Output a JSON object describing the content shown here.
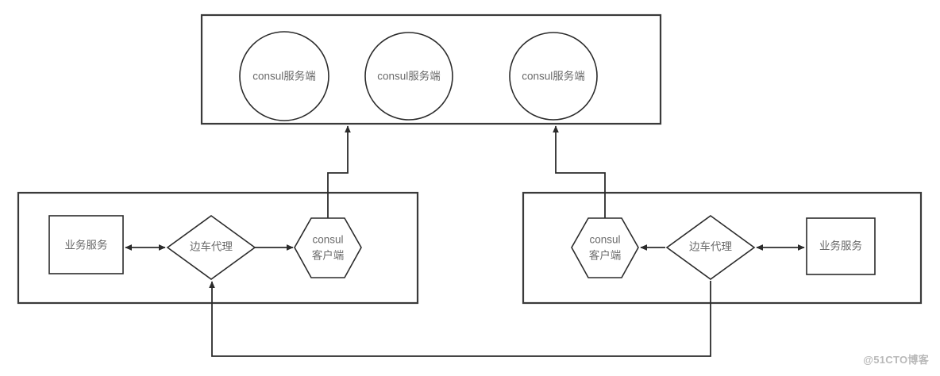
{
  "diagram": {
    "title": "Consul service mesh architecture diagram",
    "colors": {
      "shape_stroke": "#2b2b2b",
      "container_stroke": "#3a3a3a",
      "label_text": "#6a6a6a",
      "background": "#ffffff",
      "watermark": "#b9b9b9"
    },
    "server_cluster": {
      "name": "consul-server-cluster",
      "nodes": [
        {
          "id": "server-1",
          "label": "consul服务端",
          "shape": "circle"
        },
        {
          "id": "server-2",
          "label": "consul服务端",
          "shape": "circle"
        },
        {
          "id": "server-3",
          "label": "consul服务端",
          "shape": "circle"
        }
      ]
    },
    "left_group": {
      "name": "left-service-node",
      "service": {
        "id": "left-service",
        "label": "业务服务",
        "shape": "rectangle"
      },
      "proxy": {
        "id": "left-proxy",
        "label": "边车代理",
        "shape": "diamond"
      },
      "client": {
        "id": "left-client",
        "label_line1": "consul",
        "label_line2": "客户端",
        "shape": "hexagon"
      }
    },
    "right_group": {
      "name": "right-service-node",
      "client": {
        "id": "right-client",
        "label_line1": "consul",
        "label_line2": "客户端",
        "shape": "hexagon"
      },
      "proxy": {
        "id": "right-proxy",
        "label": "边车代理",
        "shape": "diamond"
      },
      "service": {
        "id": "right-service",
        "label": "业务服务",
        "shape": "rectangle"
      }
    },
    "connections": [
      {
        "id": "left-service-proxy",
        "from": "left-service",
        "to": "left-proxy",
        "arrow": "bidirectional"
      },
      {
        "id": "left-proxy-client",
        "from": "left-proxy",
        "to": "left-client",
        "arrow": "single"
      },
      {
        "id": "left-client-cluster",
        "from": "left-client",
        "to": "consul-server-cluster",
        "arrow": "single"
      },
      {
        "id": "right-service-proxy",
        "from": "right-service",
        "to": "right-proxy",
        "arrow": "bidirectional"
      },
      {
        "id": "right-proxy-client",
        "from": "right-proxy",
        "to": "right-client",
        "arrow": "single"
      },
      {
        "id": "right-client-cluster",
        "from": "right-client",
        "to": "consul-server-cluster",
        "arrow": "single"
      },
      {
        "id": "right-proxy-to-left-proxy",
        "from": "right-proxy",
        "to": "left-proxy",
        "arrow": "single"
      }
    ]
  },
  "watermark": {
    "text": "@51CTO博客"
  }
}
